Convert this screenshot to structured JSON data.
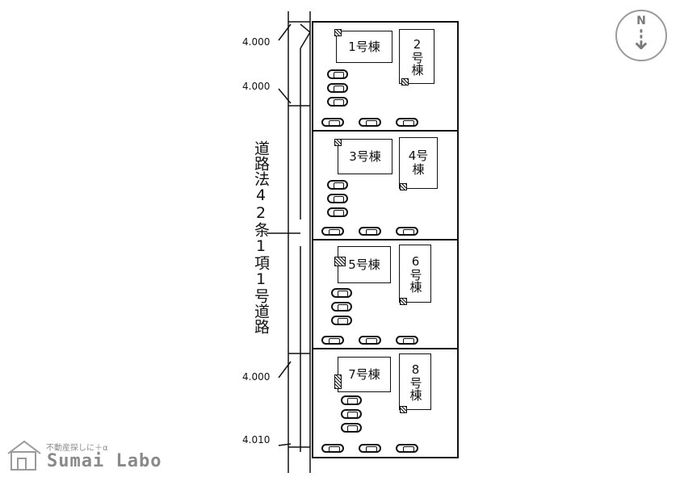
{
  "compass": {
    "letter": "N",
    "arrow_glyph": "⇣",
    "icon": "north-arrow-icon"
  },
  "road": {
    "label": "道路法42条1項1号道路"
  },
  "dimensions": {
    "top_1": "4.000",
    "top_2": "4.000",
    "bottom_1": "4.000",
    "bottom_2": "4.010"
  },
  "buildings": {
    "b1": "1号棟",
    "b2": "2号棟",
    "b3": "3号棟",
    "b4": "4号棟",
    "b5": "5号棟",
    "b6": "6号棟",
    "b7": "7号棟",
    "b8": "8号棟"
  },
  "logo": {
    "tagline": "不動産探しに＋α",
    "name": "Sumai Labo"
  },
  "colors": {
    "lines": "#111111",
    "logo": "#8a8a8a",
    "compass": "#9a9a9a"
  }
}
